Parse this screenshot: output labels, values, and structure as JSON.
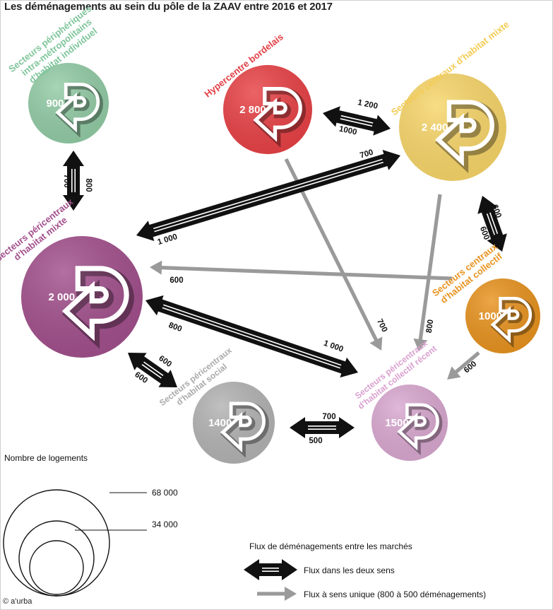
{
  "title": "Les déménagements au sein du pôle de la ZAAV entre 2016 et 2017",
  "colors": {
    "peripheriques": "#93cca6",
    "hypercentre": "#e84246",
    "centraux_mixte": "#f8d66a",
    "pericentraux_mixte": "#a2508c",
    "centraux_collectif": "#e8931f",
    "pericentraux_social": "#b3b3b3",
    "pericentraux_recent": "#d9a8d0",
    "black_arrow": "#111111",
    "grey_arrow": "#9a9a9a"
  },
  "nodes": [
    {
      "id": "peripheriques",
      "value": "900",
      "label_lines": [
        "Secteurs périphériques",
        "intra-métropolitains",
        "d'habitat individuel"
      ],
      "label_color": "#7fc59b",
      "icon": "return-arrow-icon"
    },
    {
      "id": "hypercentre",
      "value": "2 800",
      "label_lines": [
        "Hypercentre bordelais"
      ],
      "label_color": "#e23d43",
      "icon": "return-arrow-icon"
    },
    {
      "id": "centraux_mixte",
      "value": "2 400",
      "label_lines": [
        "Secteurs centraux d'habitat mixte"
      ],
      "label_color": "#f4cc55",
      "icon": "return-arrow-icon"
    },
    {
      "id": "pericentraux_mixte",
      "value": "2 000",
      "label_lines": [
        "Secteurs péricentraux",
        "d'habitat mixte"
      ],
      "label_color": "#a2508c",
      "icon": "return-arrow-icon"
    },
    {
      "id": "centraux_collectif",
      "value": "1000",
      "label_lines": [
        "Secteurs centraux",
        "d'habitat collectif"
      ],
      "label_color": "#e8931f",
      "icon": "return-arrow-icon"
    },
    {
      "id": "pericentraux_social",
      "value": "1400",
      "label_lines": [
        "Secteurs péricentraux",
        "d'habitat social"
      ],
      "label_color": "#aaaaaa",
      "icon": "return-arrow-icon"
    },
    {
      "id": "pericentraux_recent",
      "value": "1500",
      "label_lines": [
        "Secteurs péricentraux",
        "d'habitat collectif récent"
      ],
      "label_color": "#d9a0cf",
      "icon": "return-arrow-icon"
    }
  ],
  "flows_two_way": [
    {
      "from": "hypercentre",
      "to": "centraux_mixte",
      "values": [
        "1 200",
        "1000"
      ]
    },
    {
      "from": "peripheriques",
      "to": "pericentraux_mixte",
      "values": [
        "700",
        "800"
      ]
    },
    {
      "from": "centraux_mixte",
      "to": "pericentraux_mixte",
      "values": [
        "700",
        "1 000"
      ]
    },
    {
      "from": "centraux_mixte",
      "to": "centraux_collectif",
      "values": [
        "600",
        "600"
      ]
    },
    {
      "from": "pericentraux_mixte",
      "to": "pericentraux_recent",
      "values": [
        "800",
        "1 000"
      ]
    },
    {
      "from": "pericentraux_mixte",
      "to": "pericentraux_social",
      "values": [
        "600",
        "600"
      ]
    },
    {
      "from": "pericentraux_social",
      "to": "pericentraux_recent",
      "values": [
        "700",
        "500"
      ]
    }
  ],
  "flows_one_way": [
    {
      "from": "hypercentre",
      "to": "pericentraux_recent",
      "value": "700"
    },
    {
      "from": "centraux_mixte",
      "to": "pericentraux_recent",
      "value": "800"
    },
    {
      "from": "centraux_collectif",
      "to": "pericentraux_mixte",
      "value": "600"
    },
    {
      "from": "centraux_collectif",
      "to": "pericentraux_recent",
      "value": "600"
    }
  ],
  "legend": {
    "size_title": "Nombre de logements",
    "size_large": "68 000",
    "size_small": "34 000",
    "flux_title": "Flux de déménagements entre les marchés",
    "flux_two_way": "Flux dans les deux sens",
    "flux_one_way": "Flux à sens unique (800 à 500 déménagements)"
  },
  "credit": "© a'urba"
}
